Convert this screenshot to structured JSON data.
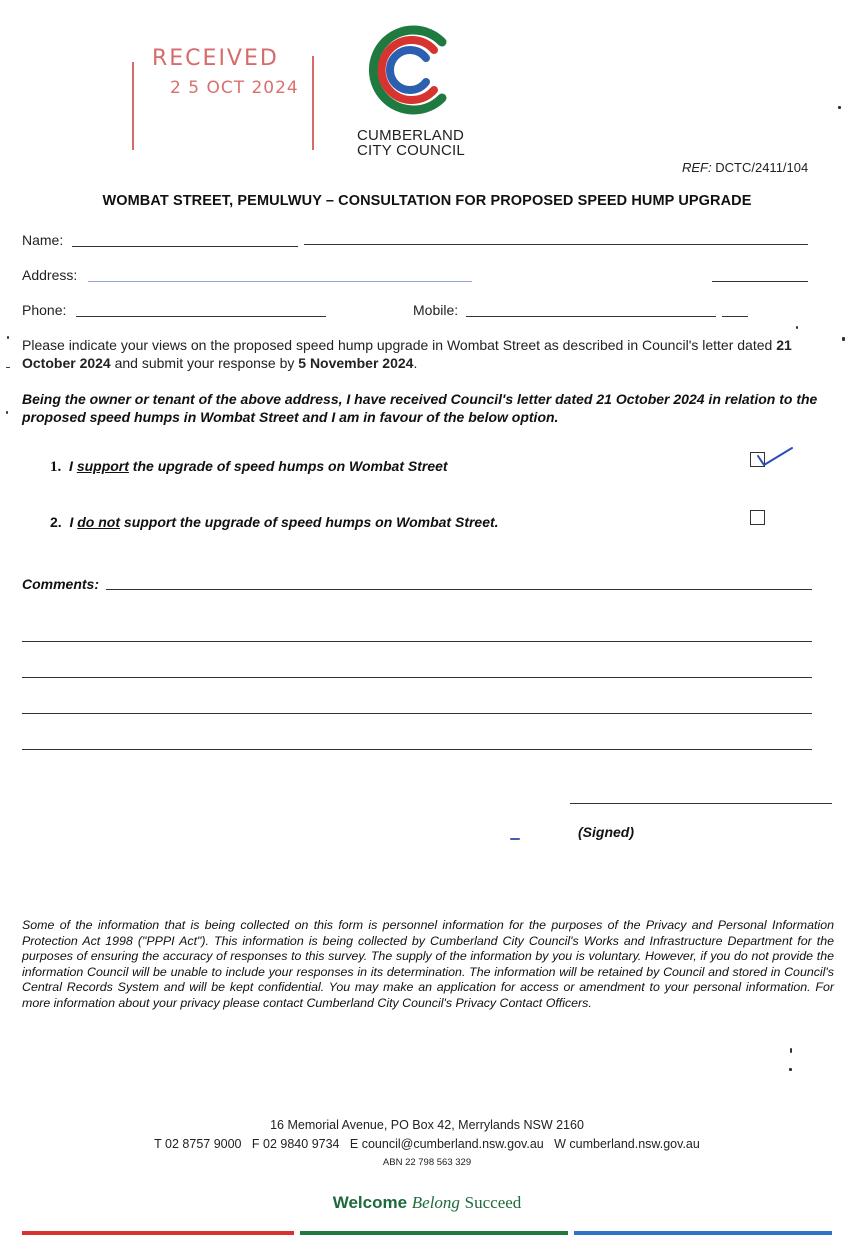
{
  "stamp": {
    "title": "RECEIVED",
    "date": "2 5 OCT 2024",
    "color": "#c43a3a"
  },
  "logo": {
    "name": "cumberland-c-logo",
    "line1": "CUMBERLAND",
    "line2": "CITY COUNCIL",
    "colors": [
      "#1f7a3f",
      "#2c5fb0",
      "#d7332f"
    ]
  },
  "ref": {
    "label": "REF:",
    "value": "DCTC/2411/104"
  },
  "title": "WOMBAT STREET, PEMULWUY – CONSULTATION FOR PROPOSED SPEED HUMP UPGRADE",
  "fields": {
    "name_label": "Name:",
    "address_label": "Address:",
    "phone_label": "Phone:",
    "mobile_label": "Mobile:"
  },
  "instructions": {
    "p1_a": "Please indicate your views on the proposed speed hump upgrade in Wombat Street as described in Council's letter dated ",
    "p1_date": "21 October 2024",
    "p1_b": " and submit your response by ",
    "p1_deadline": "5 November 2024",
    "p1_c": ".",
    "p2": "Being the owner or tenant of the above address, I have received Council's letter dated 21 October 2024 in relation to the proposed speed humps in Wombat Street and I am in favour of the below option."
  },
  "options": [
    {
      "num": "1.",
      "pre": "I ",
      "key": "support",
      "post": " the upgrade of speed humps on Wombat Street",
      "checked": true
    },
    {
      "num": "2.",
      "pre": "I ",
      "key": "do not",
      "post": " support the upgrade of speed humps on Wombat Street.",
      "checked": false
    }
  ],
  "comments_label": "Comments:",
  "signed_label": "(Signed)",
  "privacy": "Some of the information that is being collected on this form is personnel information for the purposes of the Privacy and Personal Information Protection Act 1998 (\"PPPI Act\"). This information is being collected by Cumberland City Council's Works and Infrastructure Department for the purposes of ensuring the accuracy of responses to this survey. The supply of the information by you is voluntary. However, if you do not provide the information Council will be unable to include your responses in its determination. The information will be retained by Council and stored in Council's Central Records System and will be kept confidential. You may make an application for access or amendment to your personal information. For more information about your privacy please contact Cumberland City Council's Privacy Contact Officers.",
  "footer": {
    "address": "16 Memorial Avenue, PO Box 42, Merrylands NSW 2160",
    "contacts": "T 02 8757 9000   F 02 9840 9734   E council@cumberland.nsw.gov.au   W cumberland.nsw.gov.au",
    "abn": "ABN 22 798 563 329",
    "slogan_w": "Welcome",
    "slogan_b": "Belong",
    "slogan_s": "Succeed"
  },
  "stripe_colors": [
    "#d7332f",
    "#1f7a3f",
    "#2c74c9"
  ]
}
